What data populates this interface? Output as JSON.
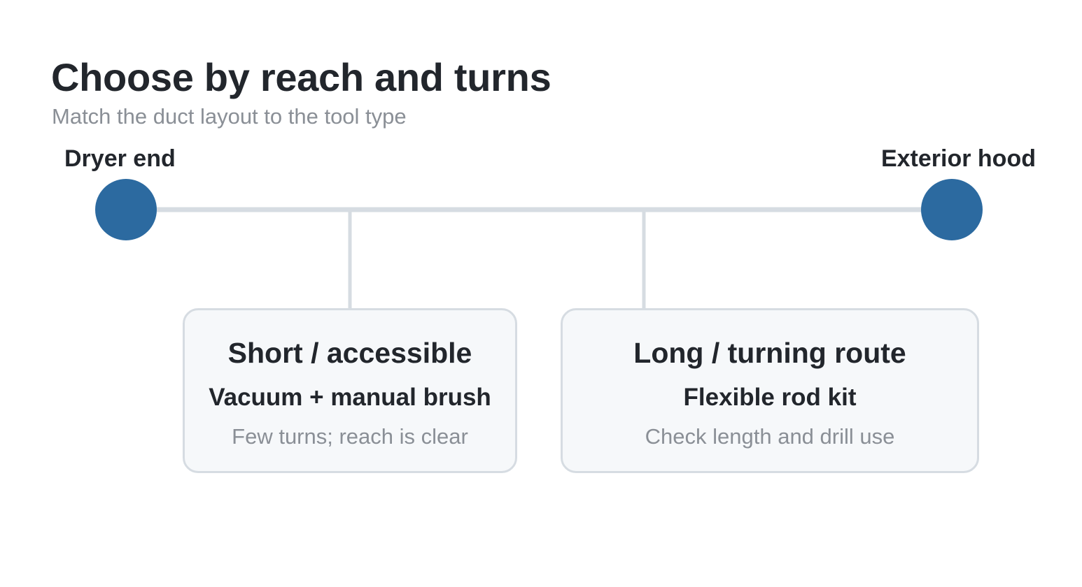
{
  "header": {
    "title": "Choose by reach and turns",
    "subtitle": "Match the duct layout to the tool type"
  },
  "endpoints": {
    "start_label": "Dryer end",
    "end_label": "Exterior hood"
  },
  "options": [
    {
      "title": "Short / accessible",
      "tool": "Vacuum + manual brush",
      "note": "Few turns; reach is clear"
    },
    {
      "title": "Long / turning route",
      "tool": "Flexible rod kit",
      "note": "Check length and drill use"
    }
  ],
  "colors": {
    "node": "#2c6aa0",
    "line": "#d6dce2",
    "card_fill": "#f6f8fa",
    "card_border": "#d6dce2",
    "text": "#22262c",
    "muted_text": "#8a8f96"
  }
}
